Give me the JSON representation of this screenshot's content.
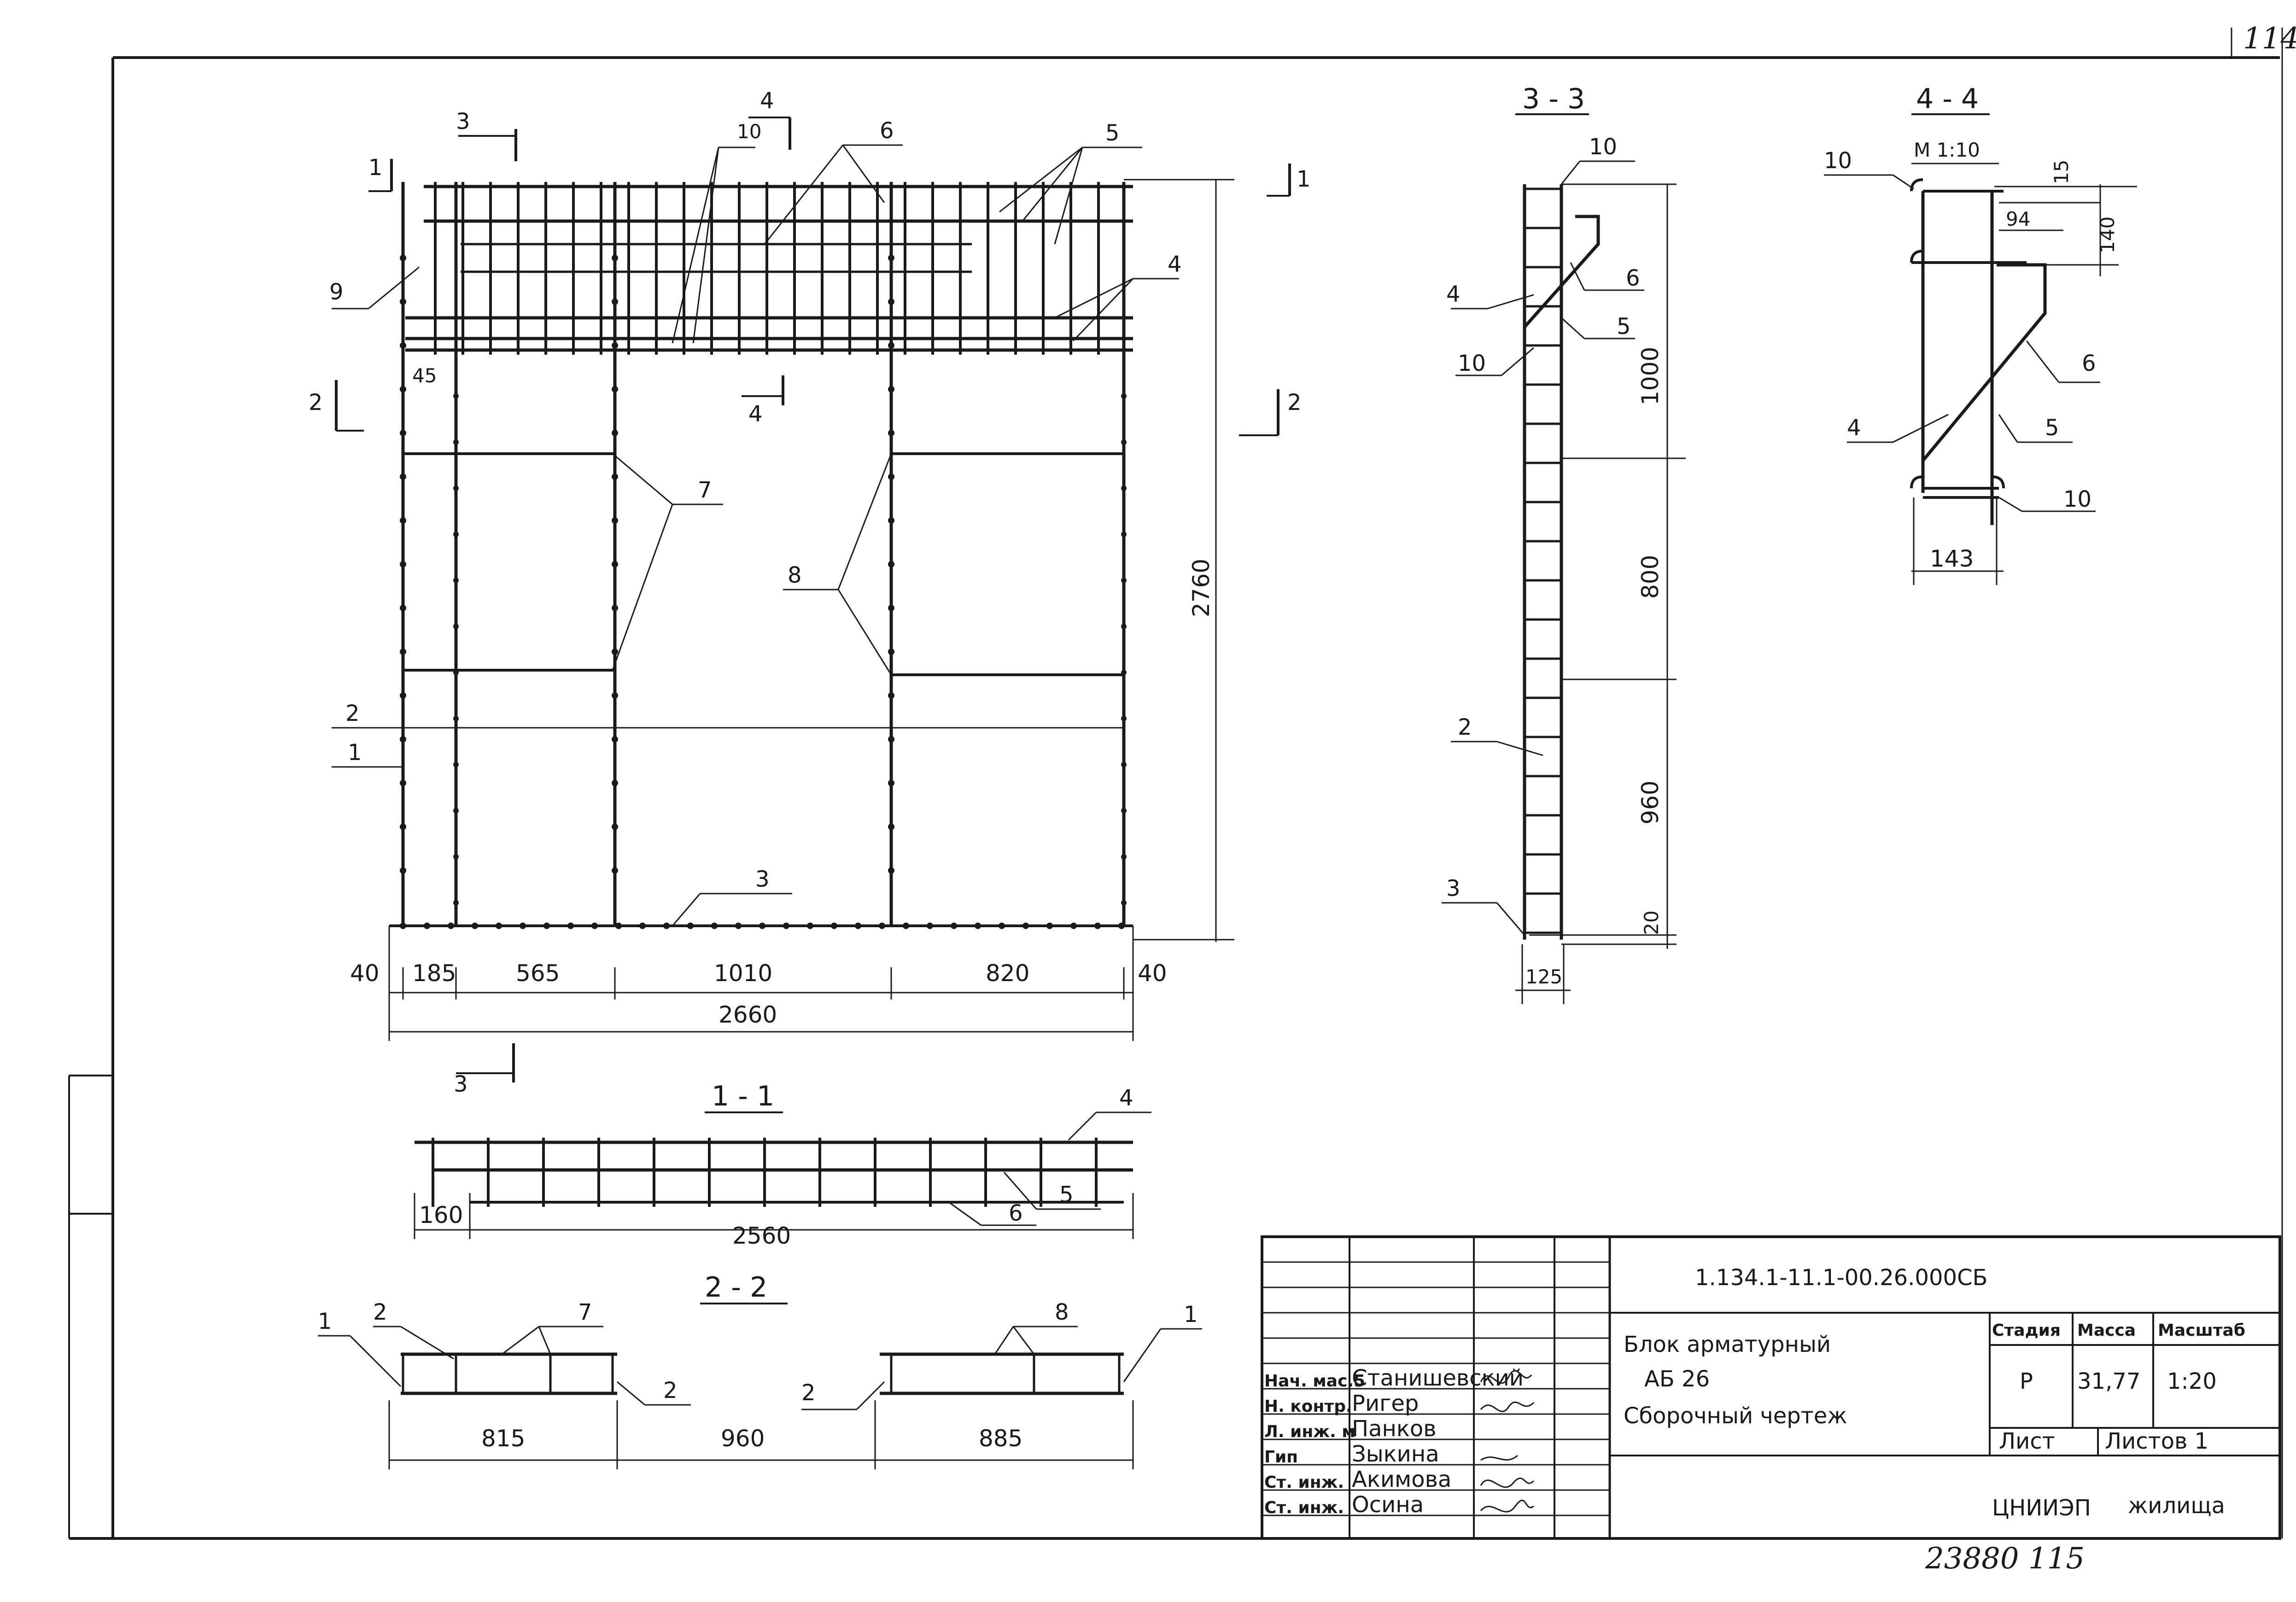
{
  "sheet": {
    "page_number_top": "114",
    "page_number_bottom": "23880  115"
  },
  "elevation": {
    "cut_labels": [
      "1",
      "1",
      "2",
      "2",
      "3",
      "3",
      "4",
      "4"
    ],
    "callouts": [
      "1",
      "2",
      "3",
      "4",
      "5",
      "6",
      "7",
      "8",
      "9",
      "10"
    ],
    "dims_bottom": [
      "40",
      "185",
      "565",
      "1010",
      "820",
      "40"
    ],
    "dim_total": "2660",
    "dim_height": "2760",
    "dim_small": "45"
  },
  "section_3_3": {
    "title": "3 - 3",
    "callouts": [
      "10",
      "6",
      "4",
      "5",
      "10",
      "2",
      "3"
    ],
    "dims": [
      "1000",
      "800",
      "960",
      "20",
      "125"
    ]
  },
  "section_4_4": {
    "title": "4 - 4",
    "scale": "М 1:10",
    "callouts": [
      "10",
      "6",
      "4",
      "5",
      "10"
    ],
    "dims": [
      "15",
      "94",
      "140",
      "143"
    ]
  },
  "section_1_1": {
    "title": "1 - 1",
    "callouts": [
      "4",
      "5",
      "6"
    ],
    "dims": [
      "160",
      "2560"
    ]
  },
  "section_2_2": {
    "title": "2 - 2",
    "callouts": [
      "1",
      "2",
      "7",
      "2",
      "2",
      "8",
      "1"
    ],
    "dims": [
      "815",
      "960",
      "885"
    ]
  },
  "title_block": {
    "doc_code": "1.134.1-11.1-00.26.000СБ",
    "name_line1": "Блок арматурный",
    "name_line2": "АБ 26",
    "name_line3": "Сборочный чертеж",
    "col_stage": "Стадия",
    "col_mass": "Масса",
    "col_scale": "Масштаб",
    "stage": "Р",
    "mass": "31,77",
    "scale": "1:20",
    "sheet_label": "Лист",
    "sheets_label": "Листов 1",
    "org": "ЦНИИЭП",
    "org_suffix": "жилища",
    "signatures": [
      {
        "role": "Нач. мас.5",
        "name": "Станишевский"
      },
      {
        "role": "Н. контр.",
        "name": "Ригер"
      },
      {
        "role": "Л. инж. м",
        "name": "Панков"
      },
      {
        "role": "Гип",
        "name": "Зыкина"
      },
      {
        "role": "Ст. инж.",
        "name": "Акимова"
      },
      {
        "role": "Ст. инж.",
        "name": "Осина"
      }
    ]
  }
}
